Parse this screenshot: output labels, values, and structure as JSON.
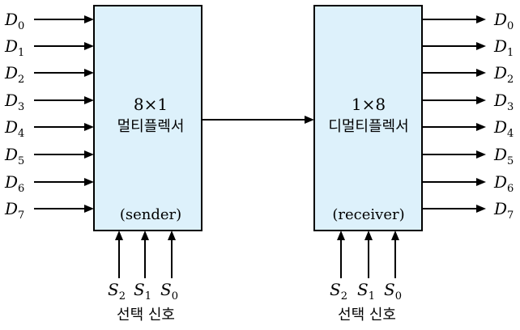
{
  "sender": {
    "title": "8×1",
    "subtitle": "멀티플렉서",
    "role": "(sender)",
    "inputs": [
      {
        "letter": "D",
        "index": "0"
      },
      {
        "letter": "D",
        "index": "1"
      },
      {
        "letter": "D",
        "index": "2"
      },
      {
        "letter": "D",
        "index": "3"
      },
      {
        "letter": "D",
        "index": "4"
      },
      {
        "letter": "D",
        "index": "5"
      },
      {
        "letter": "D",
        "index": "6"
      },
      {
        "letter": "D",
        "index": "7"
      }
    ],
    "selects": [
      {
        "letter": "S",
        "index": "2"
      },
      {
        "letter": "S",
        "index": "1"
      },
      {
        "letter": "S",
        "index": "0"
      }
    ],
    "select_caption": "선택 신호"
  },
  "receiver": {
    "title": "1×8",
    "subtitle": "디멀티플렉서",
    "role": "(receiver)",
    "outputs": [
      {
        "letter": "D",
        "index": "0"
      },
      {
        "letter": "D",
        "index": "1"
      },
      {
        "letter": "D",
        "index": "2"
      },
      {
        "letter": "D",
        "index": "3"
      },
      {
        "letter": "D",
        "index": "4"
      },
      {
        "letter": "D",
        "index": "5"
      },
      {
        "letter": "D",
        "index": "6"
      },
      {
        "letter": "D",
        "index": "7"
      }
    ],
    "selects": [
      {
        "letter": "S",
        "index": "2"
      },
      {
        "letter": "S",
        "index": "1"
      },
      {
        "letter": "S",
        "index": "0"
      }
    ],
    "select_caption": "선택 신호"
  },
  "colors": {
    "box_fill": "#ddf1fb",
    "line": "#000000"
  }
}
